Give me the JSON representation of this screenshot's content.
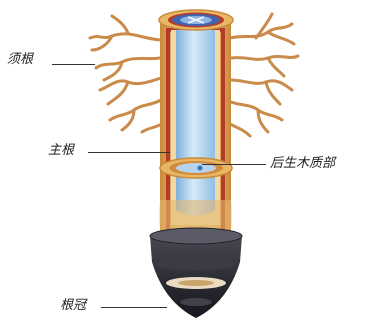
{
  "labels": {
    "lateral_root": "须根",
    "main_root": "主根",
    "secondary_xylem": "后生木质部",
    "root_cap": "根冠"
  },
  "colors": {
    "cortex": "#e8b866",
    "cortex_dark": "#c9893a",
    "endodermis": "#b53a2a",
    "xylem": "#9ec5e8",
    "xylem_light": "#d4e8f6",
    "root_cap": "#2a2a33",
    "lateral_roots": "#c98a4a"
  }
}
